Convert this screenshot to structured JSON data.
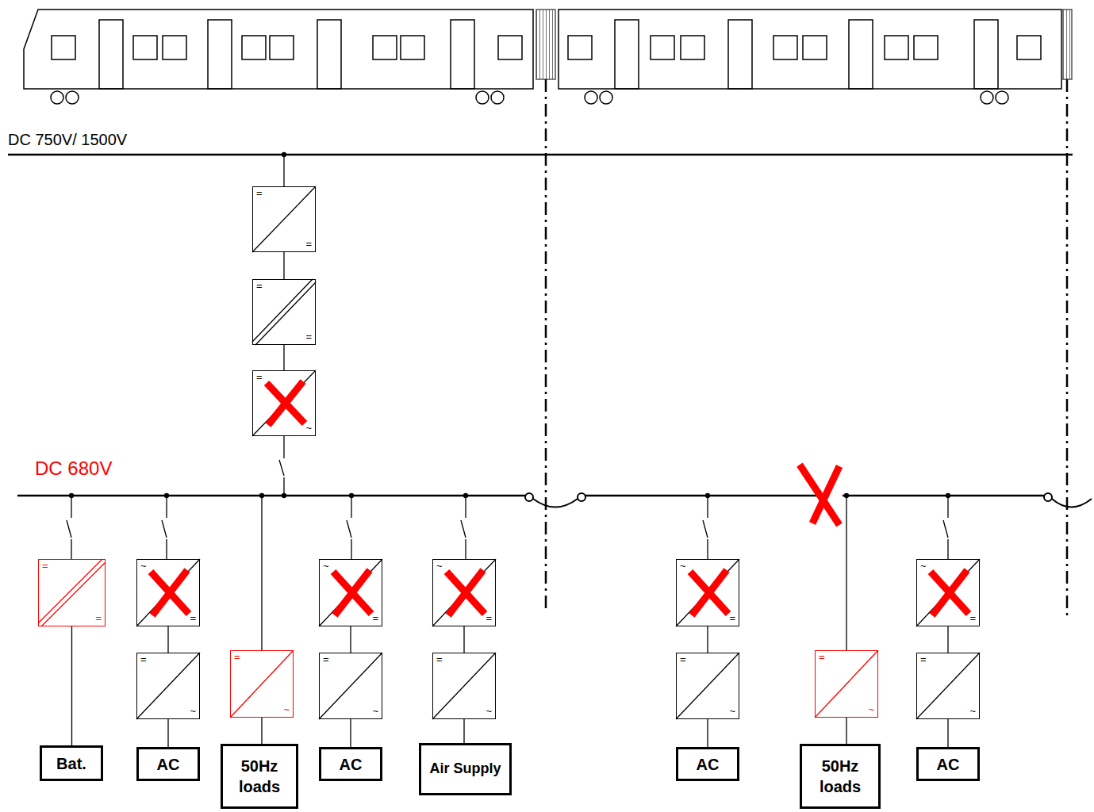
{
  "diagram": {
    "nodes": [
      {
        "text": [
          "=",
          "="
        ]
      },
      {
        "text": [
          "=",
          "="
        ]
      },
      {
        "text": [
          "=",
          "~"
        ]
      },
      {
        "text": [
          "=",
          "="
        ]
      },
      {
        "text": [
          "~",
          "="
        ]
      },
      {
        "text": [
          "~",
          "="
        ]
      },
      {
        "text": [
          "~",
          "="
        ]
      },
      {
        "text": [
          "~",
          "="
        ]
      },
      {
        "text": [
          "~",
          "="
        ]
      },
      {
        "text": [
          "=",
          "~"
        ]
      },
      {
        "text": [
          "=",
          "~"
        ]
      },
      {
        "text": [
          "=",
          "~"
        ]
      },
      {
        "text": [
          "=",
          "~"
        ]
      },
      {
        "text": [
          "=",
          "~"
        ]
      },
      {
        "text": [
          "=",
          "~"
        ]
      },
      {
        "text": [
          "=",
          "~"
        ]
      },
      {
        "text": [
          "Bat."
        ]
      },
      {
        "text": [
          "AC"
        ]
      },
      {
        "text": [
          "50Hz loads"
        ]
      },
      {
        "text": [
          "AC"
        ]
      },
      {
        "text": [
          "Air Supply"
        ]
      },
      {
        "text": [
          "AC"
        ]
      },
      {
        "text": [
          "50Hz loads"
        ]
      },
      {
        "text": [
          "AC"
        ]
      }
    ],
    "edges": [
      {
        "from": 0,
        "to": 1,
        "arrow": "none"
      },
      {
        "from": 1,
        "to": 2,
        "arrow": "none"
      },
      {
        "from": 3,
        "to": 16,
        "arrow": "none"
      },
      {
        "from": 4,
        "to": 9,
        "arrow": "none"
      },
      {
        "from": 9,
        "to": 17,
        "arrow": "none"
      },
      {
        "from": 10,
        "to": 18,
        "arrow": "none"
      },
      {
        "from": 5,
        "to": 11,
        "arrow": "none"
      },
      {
        "from": 11,
        "to": 19,
        "arrow": "none"
      },
      {
        "from": 6,
        "to": 12,
        "arrow": "none"
      },
      {
        "from": 12,
        "to": 20,
        "arrow": "none"
      },
      {
        "from": 7,
        "to": 13,
        "arrow": "none"
      },
      {
        "from": 13,
        "to": 21,
        "arrow": "none"
      },
      {
        "from": 14,
        "to": 22,
        "arrow": "none"
      },
      {
        "from": 8,
        "to": 15,
        "arrow": "none"
      },
      {
        "from": 15,
        "to": 23,
        "arrow": "none"
      }
    ],
    "labels": [
      "DC 750V/ 1500V",
      "DC 680V"
    ]
  }
}
